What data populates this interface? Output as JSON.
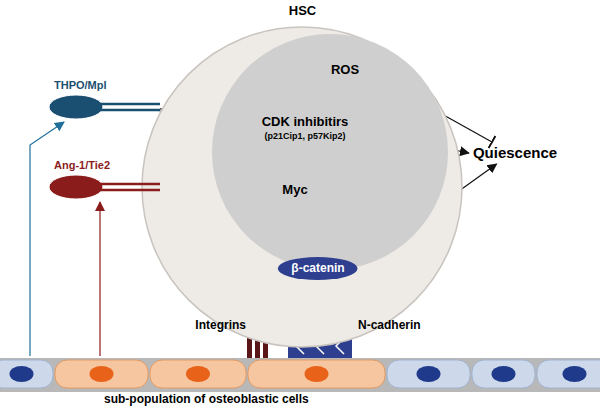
{
  "diagram": {
    "nodes": [
      {
        "text": [
          "HSC"
        ]
      },
      {
        "text": [
          "THPO/Mpl"
        ]
      },
      {
        "text": [
          "Ang-1/Tie2"
        ]
      },
      {
        "text": [
          "ROS"
        ],
        "in": 0
      },
      {
        "text": [
          "CDK inhibitirs",
          "(p21Cip1, p57Kip2)"
        ],
        "in": 0
      },
      {
        "text": [
          "Myc"
        ],
        "in": 0
      },
      {
        "text": [
          "β-catenin"
        ],
        "in": 0
      },
      {
        "text": [
          "Quiescence"
        ]
      },
      {
        "text": [
          "sub-population of osteoblastic cells"
        ]
      }
    ],
    "edges": [
      {
        "from": 1,
        "to": 4,
        "arrow": "to"
      },
      {
        "from": 1,
        "to": 5,
        "arrow": "to"
      },
      {
        "from": 1,
        "to": 6,
        "arrow": "to"
      },
      {
        "from": 2,
        "to": 4,
        "arrow": "to"
      },
      {
        "from": 2,
        "to": 5,
        "arrow": "to"
      },
      {
        "from": 2,
        "to": 6,
        "arrow": "to"
      },
      {
        "from": 3,
        "to": 6,
        "arrow": "to"
      },
      {
        "from": 3,
        "to": 7,
        "arrow": "to"
      },
      {
        "from": 4,
        "to": 7,
        "arrow": "to"
      },
      {
        "from": 5,
        "to": 6,
        "arrow": "to"
      },
      {
        "from": 6,
        "to": 7,
        "arrow": "to"
      },
      {
        "from": 8,
        "to": 1,
        "arrow": "to"
      },
      {
        "from": 8,
        "to": 2,
        "arrow": "to"
      }
    ],
    "labels": [
      "Integrins",
      "N-cadherin"
    ]
  }
}
